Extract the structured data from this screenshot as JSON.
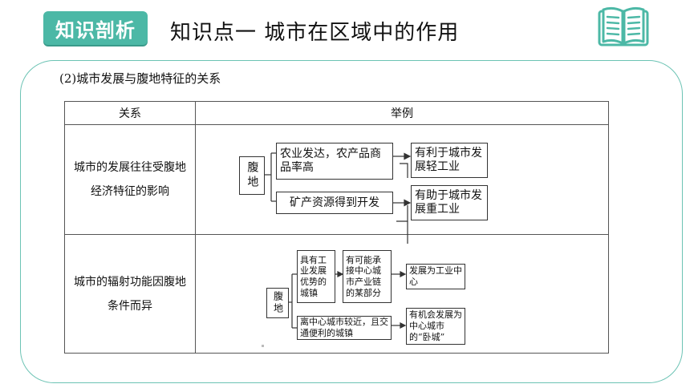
{
  "header": {
    "badge": "知识剖析",
    "title": "知识点一  城市在区域中的作用"
  },
  "section": {
    "subheading": "(2)城市发展与腹地特征的关系"
  },
  "table": {
    "columns": [
      "关系",
      "举例"
    ],
    "rows": [
      {
        "relation": "城市的发展往往受腹地经济特征的影响",
        "diagram": {
          "root": "腹地",
          "branches": [
            {
              "feature": "农业发达，农产品商品率高",
              "result": "有利于城市发展轻工业"
            },
            {
              "feature": "矿产资源得到开发",
              "result": "有助于城市发展重工业"
            }
          ]
        }
      },
      {
        "relation": "城市的辐射功能因腹地条件而异",
        "diagram": {
          "root": "腹地",
          "branch1": {
            "a": "具有工业发展优势的城镇",
            "b": "有可能承接中心城市产业链的某部分",
            "c": "发展为工业中心"
          },
          "branch2": {
            "a": "离中心城市较近，且交通便利的城镇",
            "c": "有机会发展为中心城市的“卧城”"
          }
        }
      }
    ]
  },
  "icons": {
    "book": "open-book-icon"
  },
  "colors": {
    "accent": "#4cb8a6",
    "border": "#6cc3b4"
  }
}
